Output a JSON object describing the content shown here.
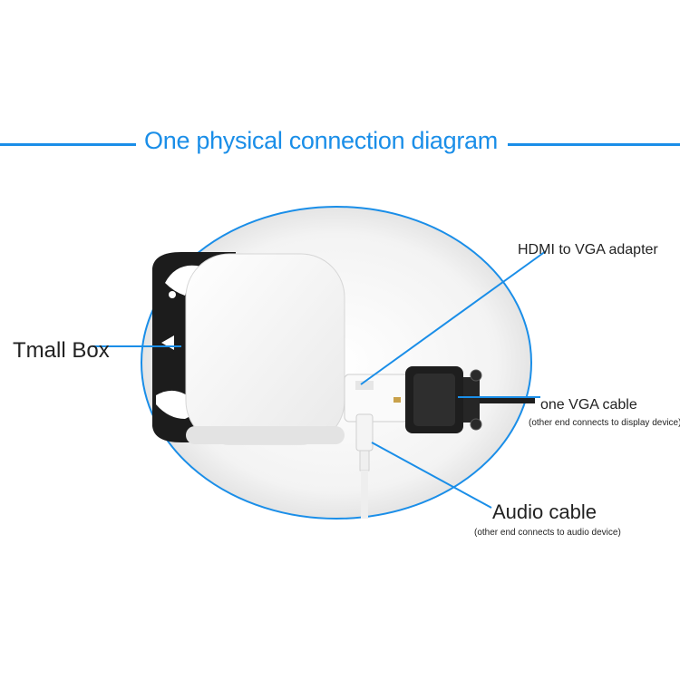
{
  "title": "One physical connection diagram",
  "labels": {
    "tmall_box": "Tmall Box",
    "hdmi_adapter": "HDMI to VGA adapter",
    "vga_cable": "one VGA cable",
    "vga_note": "(other end connects to display device)",
    "audio_cable": "Audio cable",
    "audio_note": "(other end connects to audio device)"
  },
  "colors": {
    "accent": "#1a8ee8",
    "box_body": "#f2f2f2",
    "box_edge": "#1c1c1c",
    "vga_connector": "#1e1e1e"
  }
}
